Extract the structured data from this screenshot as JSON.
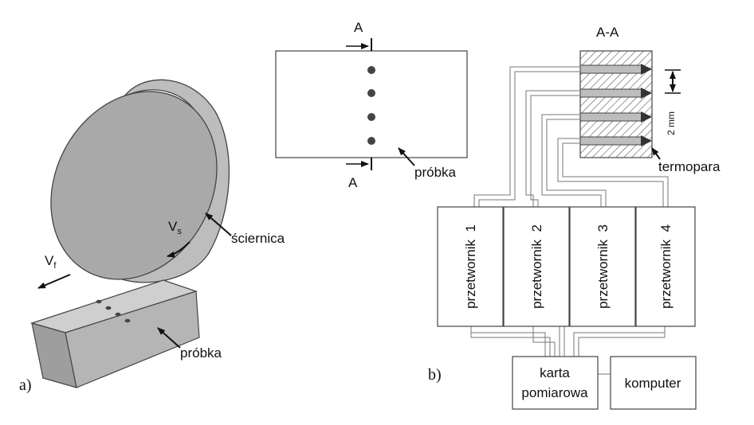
{
  "panel_a": {
    "tag": "a)",
    "wheel_label": "ściernica",
    "workpiece_label": "próbka",
    "wheel_speed": "V",
    "wheel_speed_sub": "s",
    "feed_speed": "V",
    "feed_speed_sub": "f"
  },
  "panel_b": {
    "tag": "b)",
    "section_mark_top": "A",
    "section_mark_bottom": "A",
    "section_title": "A-A",
    "sample_label": "próbka",
    "spacing_label": "2 mm",
    "thermocouple_label": "termopara",
    "transducers": [
      "przetwornik  1",
      "przetwornik  2",
      "przetwornik  3",
      "przetwornik  4"
    ],
    "card_line1": "karta",
    "card_line2": "pomiarowa",
    "computer_label": "komputer"
  },
  "colors": {
    "wheel_face": "#a9a9a9",
    "wheel_side": "#bdbdbd",
    "block_top": "#cfcfcf",
    "block_front": "#b5b5b5",
    "block_side": "#9e9e9e",
    "wire": "#777777"
  }
}
